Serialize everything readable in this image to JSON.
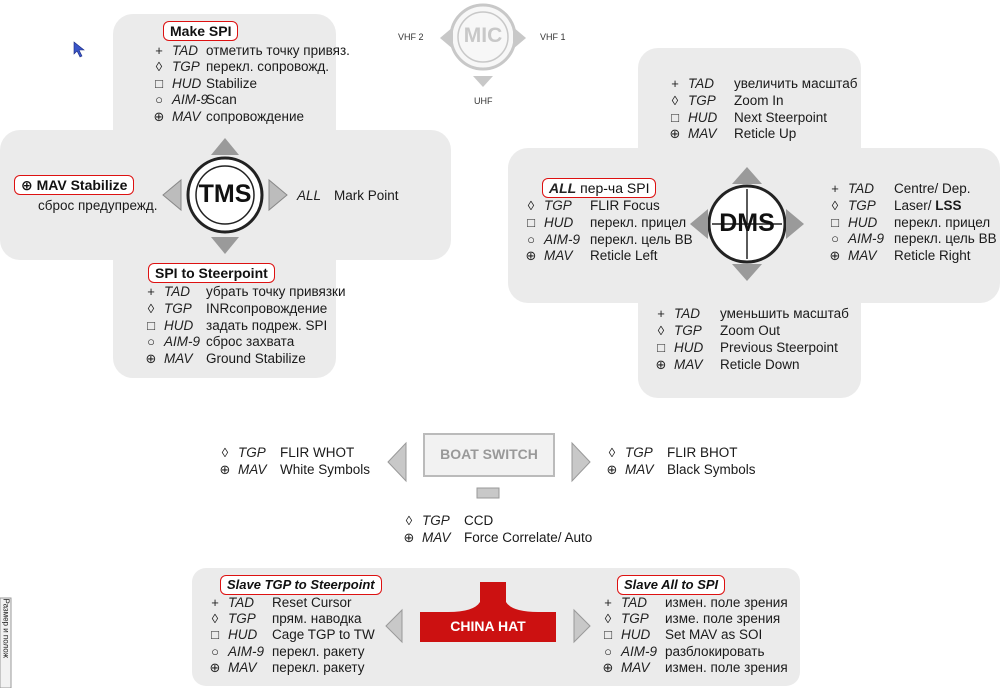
{
  "tms": {
    "center": "TMS",
    "up_title": "Make SPI",
    "up_items": [
      {
        "sym": "+",
        "mode": "TAD",
        "text": "отметить точку привяз."
      },
      {
        "sym": "◊",
        "mode": "TGP",
        "text": "перекл. сопровожд."
      },
      {
        "sym": "□",
        "mode": "HUD",
        "text": "Stabilize"
      },
      {
        "sym": "○",
        "mode": "AIM-9",
        "text": "Scan"
      },
      {
        "sym": "⊕",
        "mode": "MAV",
        "text": "сопровождение"
      }
    ],
    "left_title_mode": "MAV",
    "left_title_text": "Stabilize",
    "left_sub": "сброс предупрежд.",
    "right_mode": "ALL",
    "right_text": "Mark Point",
    "down_title": "SPI to Steerpoint",
    "down_items": [
      {
        "sym": "+",
        "mode": "TAD",
        "text": "убрать точку привязки"
      },
      {
        "sym": "◊",
        "mode": "TGP",
        "text": "INRсопровождение"
      },
      {
        "sym": "□",
        "mode": "HUD",
        "text": "задать подреж. SPI"
      },
      {
        "sym": "○",
        "mode": "AIM-9",
        "text": "сброс захвата"
      },
      {
        "sym": "⊕",
        "mode": "MAV",
        "text": "Ground Stabilize"
      }
    ]
  },
  "mic": {
    "center": "MIC",
    "left": "VHF 2",
    "right": "VHF 1",
    "down": "UHF"
  },
  "dms": {
    "center": "DMS",
    "up_items": [
      {
        "sym": "+",
        "mode": "TAD",
        "text": "увеличить масштаб"
      },
      {
        "sym": "◊",
        "mode": "TGP",
        "text": "Zoom In"
      },
      {
        "sym": "□",
        "mode": "HUD",
        "text": "Next Steerpoint"
      },
      {
        "sym": "⊕",
        "mode": "MAV",
        "text": "Reticle Up"
      }
    ],
    "left_title_mode": "ALL",
    "left_title_text": "пер-ча SPI",
    "left_items": [
      {
        "sym": "◊",
        "mode": "TGP",
        "text": "FLIR Focus"
      },
      {
        "sym": "□",
        "mode": "HUD",
        "text": "перекл. прицел"
      },
      {
        "sym": "○",
        "mode": "AIM-9",
        "text": "перекл. цель ВВ"
      },
      {
        "sym": "⊕",
        "mode": "MAV",
        "text": "Reticle Left"
      }
    ],
    "right_items": [
      {
        "sym": "+",
        "mode": "TAD",
        "text": "Centre/ Dep."
      },
      {
        "sym": "◊",
        "mode": "TGP",
        "text": "Laser/ ",
        "bold": "LSS"
      },
      {
        "sym": "□",
        "mode": "HUD",
        "text": "перекл. прицел"
      },
      {
        "sym": "○",
        "mode": "AIM-9",
        "text": "перекл. цель ВВ"
      },
      {
        "sym": "⊕",
        "mode": "MAV",
        "text": "Reticle Right"
      }
    ],
    "down_items": [
      {
        "sym": "+",
        "mode": "TAD",
        "text": "уменьшить масштаб"
      },
      {
        "sym": "◊",
        "mode": "TGP",
        "text": "Zoom Out"
      },
      {
        "sym": "□",
        "mode": "HUD",
        "text": "Previous Steerpoint"
      },
      {
        "sym": "⊕",
        "mode": "MAV",
        "text": "Reticle Down"
      }
    ]
  },
  "boat": {
    "center": "BOAT SWITCH",
    "left_items": [
      {
        "sym": "◊",
        "mode": "TGP",
        "text": "FLIR WHOT"
      },
      {
        "sym": "⊕",
        "mode": "MAV",
        "text": "White Symbols"
      }
    ],
    "right_items": [
      {
        "sym": "◊",
        "mode": "TGP",
        "text": "FLIR BHOT"
      },
      {
        "sym": "⊕",
        "mode": "MAV",
        "text": "Black Symbols"
      }
    ],
    "down_items": [
      {
        "sym": "◊",
        "mode": "TGP",
        "text": "CCD"
      },
      {
        "sym": "⊕",
        "mode": "MAV",
        "text": "Force Correlate/ Auto"
      }
    ]
  },
  "china": {
    "center": "CHINA HAT",
    "left_title": "Slave TGP to Steerpoint",
    "left_items": [
      {
        "sym": "+",
        "mode": "TAD",
        "text": "Reset Cursor"
      },
      {
        "sym": "◊",
        "mode": "TGP",
        "text": "прям. наводка"
      },
      {
        "sym": "□",
        "mode": "HUD",
        "text": "Cage TGP to TW"
      },
      {
        "sym": "○",
        "mode": "AIM-9",
        "text": "перекл. ракету"
      },
      {
        "sym": "⊕",
        "mode": "MAV",
        "text": "перекл. ракету"
      }
    ],
    "right_title": "Slave All to SPI",
    "right_items": [
      {
        "sym": "+",
        "mode": "TAD",
        "text": "измен. поле зрения"
      },
      {
        "sym": "◊",
        "mode": "TGP",
        "text": "изме. поле зрения"
      },
      {
        "sym": "□",
        "mode": "HUD",
        "text": "Set MAV as SOI"
      },
      {
        "sym": "○",
        "mode": "AIM-9",
        "text": "разблокировать"
      },
      {
        "sym": "⊕",
        "mode": "MAV",
        "text": "измен. поле зрения"
      }
    ]
  },
  "side_tab": "Размер и полож",
  "colors": {
    "panel": "#ebebeb",
    "accent": "#d11",
    "arrow": "#9a9a9a",
    "china": "#cc1111"
  }
}
